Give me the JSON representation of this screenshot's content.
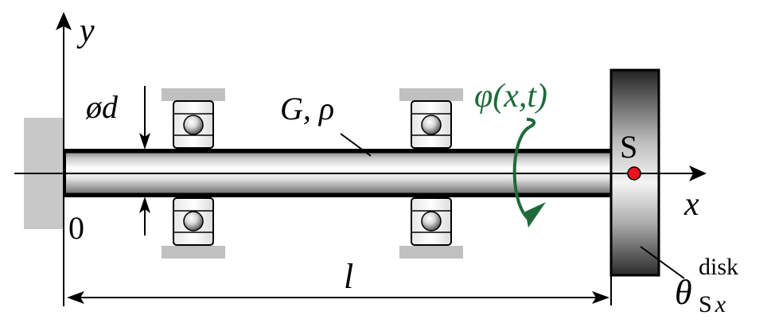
{
  "labels": {
    "axis_y": "y",
    "axis_x": "x",
    "origin": "0",
    "diameter": "ød",
    "material": "G, ρ",
    "twist_angle": "φ(x,t)",
    "point_s": "S",
    "length": "l",
    "inertia_symbol": "θ",
    "inertia_sup": "disk",
    "inertia_sub_s": "S",
    "inertia_sub_x": "x"
  },
  "colors": {
    "ink": "#000000",
    "rotation_green": "#1d6b3a",
    "point_red": "#e8141e",
    "wall_gray": "#c8c8c8",
    "bearing_gray": "#c0c0c0"
  }
}
